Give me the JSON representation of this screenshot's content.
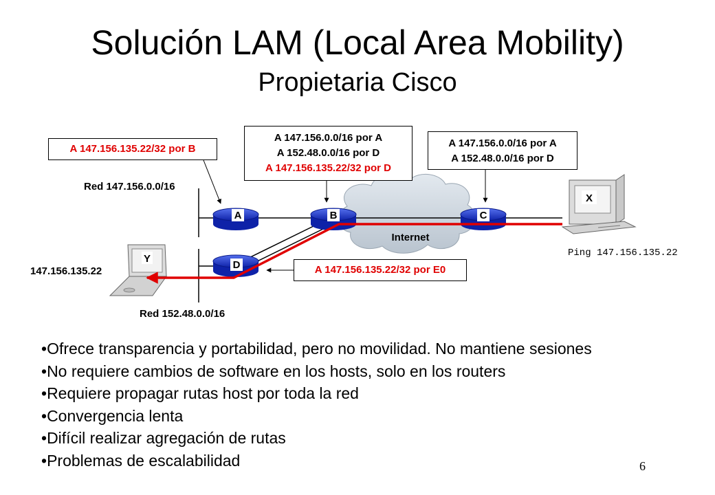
{
  "title": "Solución LAM (Local Area Mobility)",
  "subtitle": "Propietaria Cisco",
  "diagram": {
    "route_box_a": "A 147.156.135.22/32 por B",
    "route_box_b": [
      {
        "text": "A 147.156.0.0/16 por A",
        "color": "#000000"
      },
      {
        "text": "A 152.48.0.0/16 por D",
        "color": "#000000"
      },
      {
        "text": "A 147.156.135.22/32 por D",
        "color": "#e00000"
      }
    ],
    "route_box_c": [
      "A 147.156.0.0/16 por A",
      "A 152.48.0.0/16 por D"
    ],
    "route_box_d": "A 147.156.135.22/32 por E0",
    "net_label_top": "Red 147.156.0.0/16",
    "net_label_bottom": "Red 152.48.0.0/16",
    "host_ip_label": "147.156.135.22",
    "ping_label": "Ping 147.156.135.22",
    "internet_label": "Internet",
    "routers": {
      "a": "A",
      "b": "B",
      "c": "C",
      "d": "D"
    },
    "hosts": {
      "x": "X",
      "y": "Y"
    },
    "colors": {
      "route_red": "#e00000",
      "router_blue": "#1a33cc",
      "cloud": "#d3dbe3"
    }
  },
  "bullets": [
    "Ofrece transparencia y portabilidad, pero no movilidad. No mantiene sesiones",
    "No requiere cambios de software en los hosts, solo en los routers",
    "Requiere propagar rutas host por toda la red",
    "Convergencia lenta",
    "Difícil realizar agregación de rutas",
    "Problemas de escalabilidad"
  ],
  "page_number": "6"
}
